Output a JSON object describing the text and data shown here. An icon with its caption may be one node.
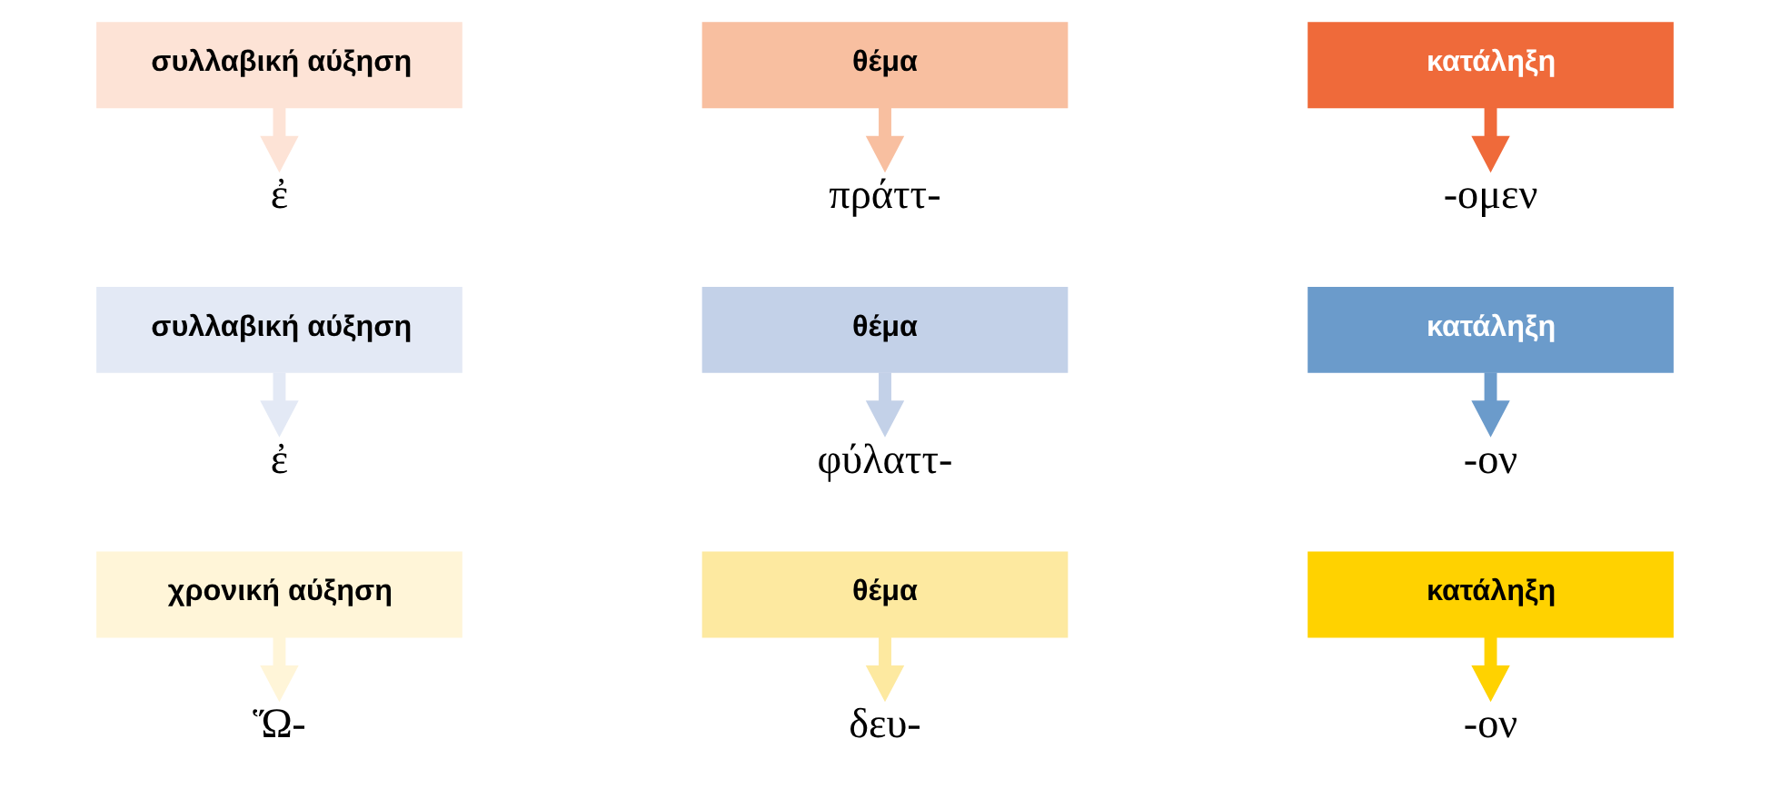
{
  "diagram": {
    "nodes": [
      {
        "text": [
          "συλλαβική αύξηση"
        ]
      },
      {
        "text": [
          "ἐ"
        ]
      },
      {
        "text": [
          "θέμα"
        ]
      },
      {
        "text": [
          "πράττ-"
        ]
      },
      {
        "text": [
          "κατάληξη"
        ]
      },
      {
        "text": [
          "-ομεν"
        ]
      },
      {
        "text": [
          "συλλαβική αύξηση"
        ]
      },
      {
        "text": [
          "ἐ"
        ]
      },
      {
        "text": [
          "θέμα"
        ]
      },
      {
        "text": [
          "φύλαττ-"
        ]
      },
      {
        "text": [
          "κατάληξη"
        ]
      },
      {
        "text": [
          "-ον"
        ]
      },
      {
        "text": [
          "χρονική αύξηση"
        ]
      },
      {
        "text": [
          "Ὥ-"
        ]
      },
      {
        "text": [
          "θέμα"
        ]
      },
      {
        "text": [
          "δευ-"
        ]
      },
      {
        "text": [
          "κατάληξη"
        ]
      },
      {
        "text": [
          "-ον"
        ]
      }
    ],
    "edges": [
      {
        "from": 0,
        "to": 1,
        "arrow": "to",
        "color": "#fde3d6"
      },
      {
        "from": 2,
        "to": 3,
        "arrow": "to",
        "color": "#f8bfa0"
      },
      {
        "from": 4,
        "to": 5,
        "arrow": "to",
        "color": "#ef6a3a"
      },
      {
        "from": 6,
        "to": 7,
        "arrow": "to",
        "color": "#e3e9f5"
      },
      {
        "from": 8,
        "to": 9,
        "arrow": "to",
        "color": "#c3d1e8"
      },
      {
        "from": 10,
        "to": 11,
        "arrow": "to",
        "color": "#6b9bcb"
      },
      {
        "from": 12,
        "to": 13,
        "arrow": "to",
        "color": "#fff5d8"
      },
      {
        "from": 14,
        "to": 15,
        "arrow": "to",
        "color": "#fde9a0"
      },
      {
        "from": 16,
        "to": 17,
        "arrow": "to",
        "color": "#ffd200"
      }
    ]
  }
}
